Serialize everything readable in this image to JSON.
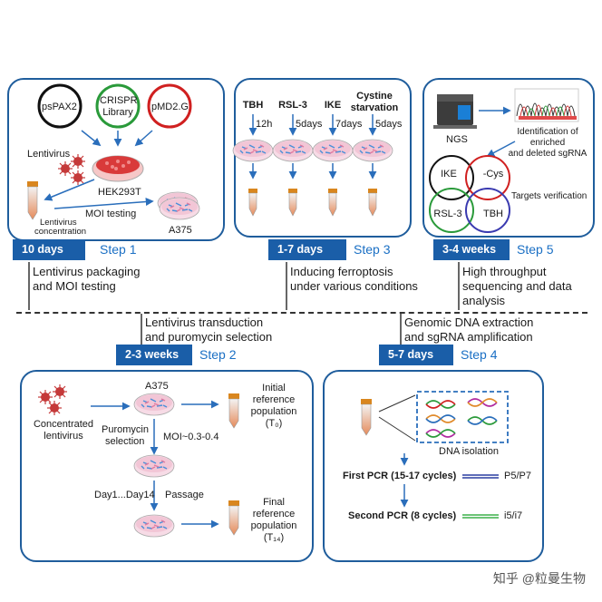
{
  "panel1": {
    "plasmid_psPAX2": "psPAX2",
    "plasmid_crispr_line1": "CRISPR",
    "plasmid_crispr_line2": "Library",
    "plasmid_pMD2G": "pMD2.G",
    "lentivirus": "Lentivirus",
    "hek": "HEK293T",
    "moi_testing": "MOI testing",
    "lenti_conc_line1": "Lentivirus",
    "lenti_conc_line2": "concentration",
    "a375": "A375"
  },
  "panel3": {
    "tbh": "TBH",
    "rsl3": "RSL-3",
    "ike": "IKE",
    "cys_line1": "Cystine",
    "cys_line2": "starvation",
    "t_tbh": "12h",
    "t_rsl3": "5days",
    "t_ike": "7days",
    "t_cys": "5days"
  },
  "panel5": {
    "ngs": "NGS",
    "ident_line1": "Identification of",
    "ident_line2": "enriched",
    "ident_line3": "and deleted sgRNA",
    "venn_ike": "IKE",
    "venn_cys": "-Cys",
    "venn_rsl3": "RSL-3",
    "venn_tbh": "TBH",
    "targets": "Targets verification"
  },
  "steps": {
    "s1_dur": "10 days",
    "s1_label": "Step 1",
    "s1_desc_line1": "Lentivirus packaging",
    "s1_desc_line2": "and MOI testing",
    "s3_dur": "1-7 days",
    "s3_label": "Step 3",
    "s3_desc_line1": "Inducing ferroptosis",
    "s3_desc_line2": "under various conditions",
    "s5_dur": "3-4 weeks",
    "s5_label": "Step 5",
    "s5_desc_line1": "High throughput",
    "s5_desc_line2": "sequencing and data",
    "s5_desc_line3": "analysis",
    "s2_desc_line1": "Lentivirus transduction",
    "s2_desc_line2": "and puromycin selection",
    "s2_dur": "2-3 weeks",
    "s2_label": "Step 2",
    "s4_desc_line1": "Genomic DNA extraction",
    "s4_desc_line2": "and sgRNA amplification",
    "s4_dur": "5-7 days",
    "s4_label": "Step 4"
  },
  "panel2": {
    "conc_line1": "Concentrated",
    "conc_line2": "lentivirus",
    "a375": "A375",
    "puro_line1": "Puromycin",
    "puro_line2": "selection",
    "moi": "MOI~0.3-0.4",
    "initial_line1": "Initial",
    "initial_line2": "reference",
    "initial_line3": "population",
    "initial_line4": "(T₀)",
    "days": "Day1...Day14",
    "passage": "Passage",
    "final_line1": "Final",
    "final_line2": "reference",
    "final_line3": "population",
    "final_line4": "(T₁₄)"
  },
  "panel4": {
    "dna_isolation": "DNA isolation",
    "first_pcr": "First PCR (15-17 cycles)",
    "p5p7": "P5/P7",
    "second_pcr": "Second PCR (8 cycles)",
    "i5i7": "i5/i7"
  },
  "watermark": "知乎 @粒曼生物",
  "colors": {
    "panel_border": "#1f5d9c",
    "step_bar": "#1a5ea8",
    "step_label": "#1a6fc4",
    "p5p7_line": "#2a3fa0",
    "i5i7_line": "#3cb04a"
  }
}
